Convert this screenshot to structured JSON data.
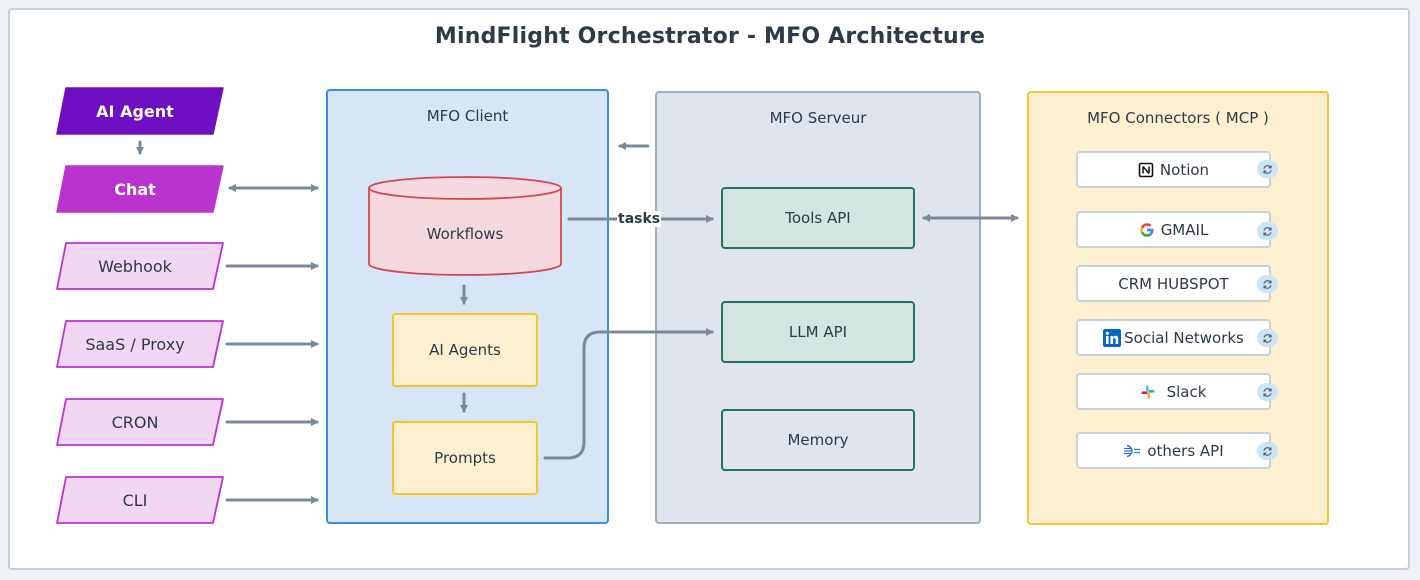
{
  "title": "MindFlight Orchestrator - MFO Architecture",
  "inputs": [
    {
      "label": "AI Agent",
      "style": "dark"
    },
    {
      "label": "Chat",
      "style": "medium"
    },
    {
      "label": "Webhook",
      "style": "light"
    },
    {
      "label": "SaaS / Proxy",
      "style": "light"
    },
    {
      "label": "CRON",
      "style": "light"
    },
    {
      "label": "CLI",
      "style": "light"
    }
  ],
  "client": {
    "title": "MFO Client",
    "workflows": "Workflows",
    "agents": "AI Agents",
    "prompts": "Prompts"
  },
  "edge_labels": {
    "tasks": "tasks"
  },
  "server": {
    "title": "MFO Serveur",
    "tools_api": "Tools API",
    "llm_api": "LLM API",
    "memory": "Memory"
  },
  "connectors": {
    "title": "MFO Connectors ( MCP )",
    "items": [
      {
        "label": "Notion",
        "icon": "notion-icon"
      },
      {
        "label": "GMAIL",
        "icon": "google-icon"
      },
      {
        "label": "CRM HUBSPOT",
        "icon": ""
      },
      {
        "label": "Social Networks",
        "icon": "linkedin-icon"
      },
      {
        "label": "Slack",
        "icon": "slack-icon"
      },
      {
        "label": "others API",
        "icon": "api-icon"
      }
    ]
  },
  "colors": {
    "arrow": "#7a8998",
    "client_border": "#3a8fd9",
    "server_border": "#a0adba",
    "connectors_border": "#f5c42c",
    "dark_purple": "#6e0fc2",
    "medium_purple": "#bb33cf",
    "light_purple": "#f2d7f4"
  }
}
